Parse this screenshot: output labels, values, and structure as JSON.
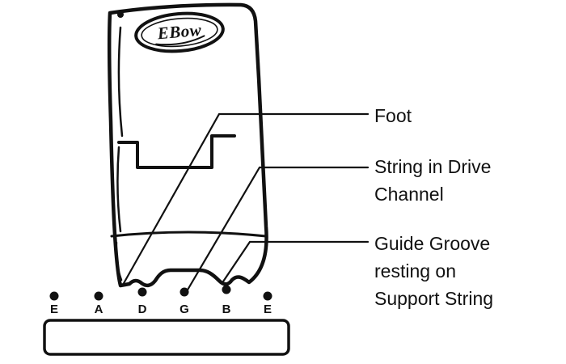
{
  "annotations": {
    "foot": "Foot",
    "string_in_drive_channel": "String in Drive Channel",
    "guide_groove": "Guide Groove resting on Support String"
  },
  "device": {
    "logo": "EBow"
  },
  "strings": [
    "E",
    "A",
    "D",
    "G",
    "B",
    "E"
  ],
  "colors": {
    "ink": "#111111",
    "background": "#ffffff"
  }
}
